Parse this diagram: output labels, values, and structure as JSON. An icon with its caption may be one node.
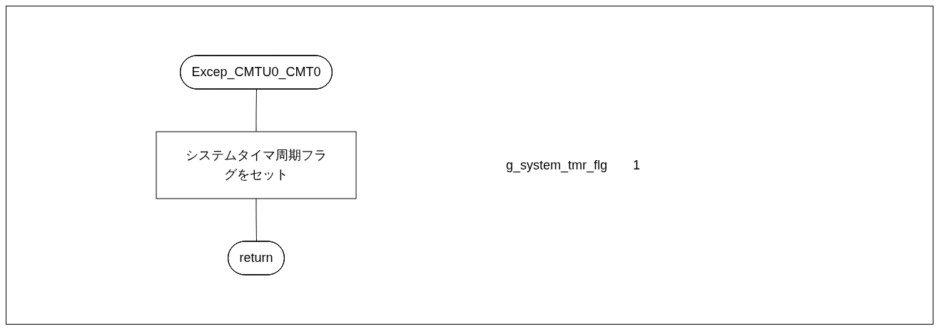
{
  "diagram": {
    "nodes": [
      {
        "text": [
          "Excep_CMTU0_CMT0"
        ]
      },
      {
        "text": [
          "システムタイマ周期フラグをセット"
        ],
        "beside": [
          "g_system_tmr_flg",
          "1"
        ]
      },
      {
        "text": [
          "return"
        ]
      }
    ],
    "edges": [
      {
        "from": 0,
        "to": 1,
        "arrow": "none"
      },
      {
        "from": 1,
        "to": 2,
        "arrow": "none"
      }
    ]
  }
}
